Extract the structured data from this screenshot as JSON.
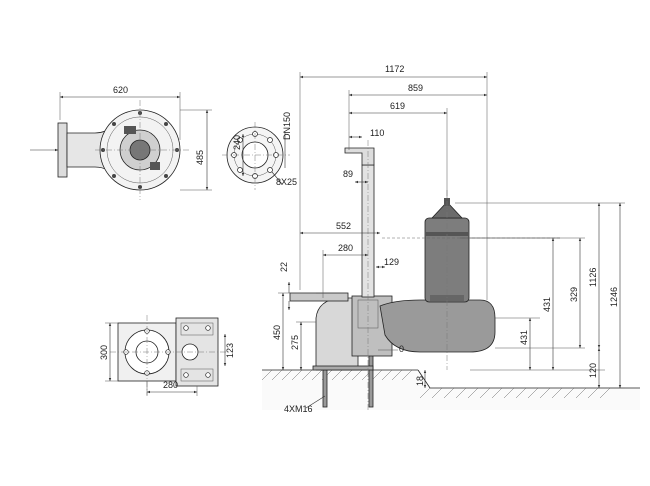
{
  "colors": {
    "line": "#333333",
    "pump_body": "#8a8a8a",
    "pump_dark": "#5c5c5c",
    "background": "#ffffff"
  },
  "dimensions": {
    "d1172": "1172",
    "d859": "859",
    "d619": "619",
    "d110": "110",
    "d89": "89",
    "d552": "552",
    "d280_side": "280",
    "d129": "129",
    "d22": "22",
    "d450": "450",
    "d275": "275",
    "d0": "0",
    "d431_a": "431",
    "d431_b": "431",
    "d329": "329",
    "d1126": "1126",
    "d1246": "1246",
    "d120": "120",
    "d18": "18",
    "d620": "620",
    "d485": "485",
    "d240": "240",
    "dn150": "DN150",
    "holes": "8X25",
    "d300": "300",
    "d123": "123",
    "d280_base": "280",
    "bolts": "4XM16"
  }
}
